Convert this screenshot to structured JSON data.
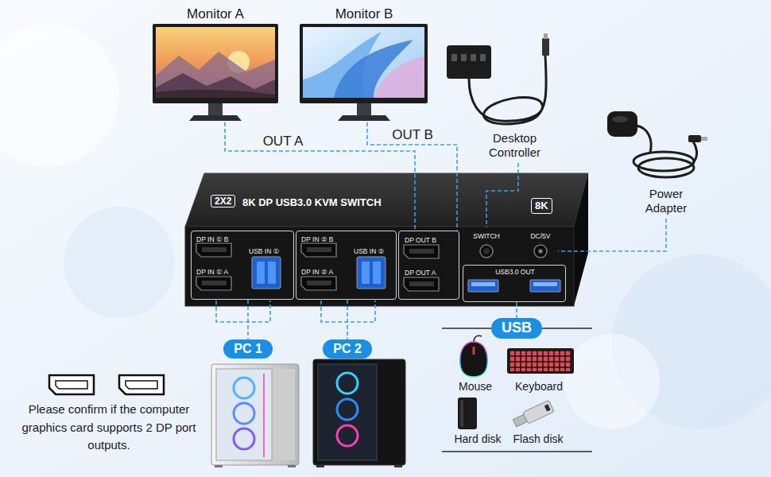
{
  "diagram": {
    "nodes": [
      {
        "text": [
          "Monitor A"
        ]
      },
      {
        "text": [
          "Monitor B"
        ]
      },
      {
        "text": [
          "Desktop Controller"
        ]
      },
      {
        "text": [
          "Power Adapter"
        ]
      },
      {
        "text": [
          "8K DP USB3.0 KVM SWITCH",
          "2X2"
        ]
      },
      {
        "text": [
          "DP IN ① B",
          "USB IN ①",
          "DP IN ① A"
        ],
        "in": 4
      },
      {
        "text": [
          "DP IN ② B",
          "USB IN ②",
          "DP IN ② A"
        ],
        "in": 4
      },
      {
        "text": [
          "DP OUT B",
          "DP OUT A"
        ],
        "in": 4
      },
      {
        "text": [
          "SWITCH"
        ],
        "in": 4
      },
      {
        "text": [
          "DC/5V"
        ],
        "in": 4
      },
      {
        "text": [
          "USB3.0 OUT"
        ],
        "in": 4
      },
      {
        "text": [
          "PC 1"
        ]
      },
      {
        "text": [
          "PC 2"
        ]
      },
      {
        "text": [
          "USB"
        ]
      },
      {
        "text": [
          "Mouse"
        ]
      },
      {
        "text": [
          "Keyboard"
        ]
      },
      {
        "text": [
          "Hard disk"
        ]
      },
      {
        "text": [
          "Flash disk"
        ]
      }
    ],
    "edges": [
      {
        "from": 0,
        "to": 7,
        "label": "OUT A",
        "arrow": "none"
      },
      {
        "from": 1,
        "to": 7,
        "label": "OUT B",
        "arrow": "none"
      },
      {
        "from": 2,
        "to": 8,
        "arrow": "none"
      },
      {
        "from": 3,
        "to": 9,
        "arrow": "none"
      },
      {
        "from": 5,
        "to": 11,
        "arrow": "none"
      },
      {
        "from": 6,
        "to": 12,
        "arrow": "none"
      },
      {
        "from": 10,
        "to": 13,
        "arrow": "none"
      }
    ],
    "labels": [
      "8K",
      "Please confirm if the computer graphics card supports 2 DP port outputs."
    ]
  }
}
